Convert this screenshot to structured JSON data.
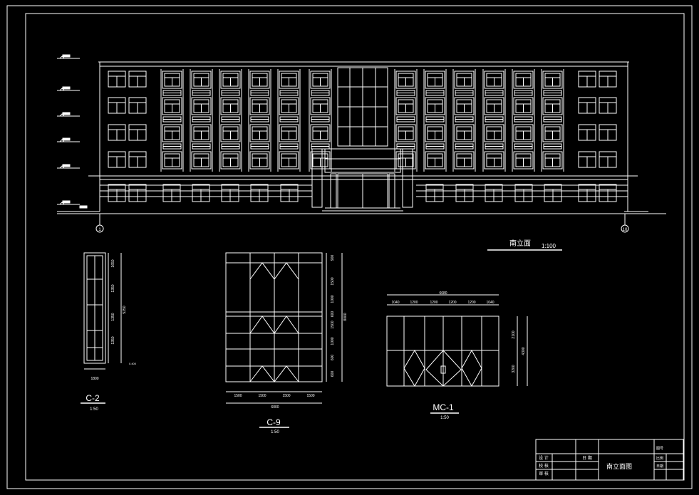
{
  "colors": {
    "background": "#000000",
    "line": "#ffffff",
    "text": "#ffffff"
  },
  "elevation": {
    "title": "南立面",
    "scale": "1:100",
    "axis_left": "1",
    "axis_right": "10"
  },
  "window_c2": {
    "label": "C-2",
    "scale": "1:50",
    "width_dim": "1800",
    "height_dims": [
      "1650",
      "1350",
      "1350",
      "1350"
    ],
    "total_height": "5250",
    "sill": "0.400"
  },
  "window_c9": {
    "label": "C-9",
    "scale": "1:50",
    "column_dims": [
      "1500",
      "1500",
      "1500",
      "1500"
    ],
    "total_width": "6000",
    "height_dims": [
      "900",
      "1500",
      "1000",
      "600",
      "1500",
      "1000",
      "600",
      "600"
    ],
    "total_height": "8000"
  },
  "door_mc1": {
    "label": "MC-1",
    "scale": "1:50",
    "total_width": "6680",
    "column_dims": [
      "1040",
      "1200",
      "1200",
      "1200",
      "1200",
      "1040"
    ],
    "height_dims": [
      "2100",
      "3200"
    ],
    "total_height": "4300"
  },
  "title_block": {
    "drawing_name": "南立面图",
    "left_labels": [
      "设 计",
      "校 核",
      "审 核"
    ],
    "right_labels": [
      "图号",
      "比例",
      "日期"
    ],
    "date_label": "日 期"
  }
}
